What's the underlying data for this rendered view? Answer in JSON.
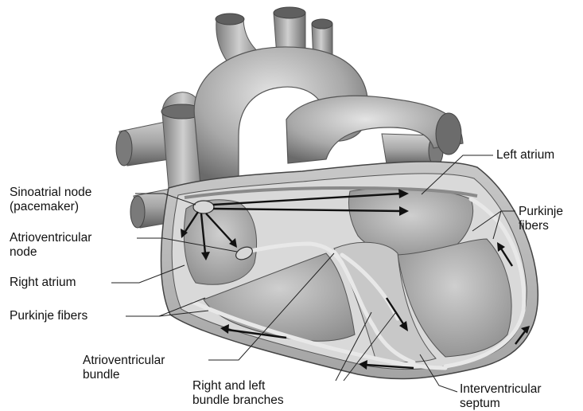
{
  "labels": {
    "sa_node": [
      "Sinoatrial node",
      "(pacemaker)"
    ],
    "av_node": [
      "Atrioventricular",
      "node"
    ],
    "right_atrium": [
      "Right atrium"
    ],
    "purkinje_left": [
      "Purkinje fibers"
    ],
    "av_bundle": [
      "Atrioventricular",
      "bundle"
    ],
    "bundle_branches": [
      "Right and left",
      "bundle branches"
    ],
    "left_atrium": [
      "Left atrium"
    ],
    "purkinje_right": [
      "Purkinje",
      "fibers"
    ],
    "interventricular_septum": [
      "Interventricular",
      "septum"
    ]
  },
  "colors": {
    "heart_dark": "#6f6f6f",
    "heart_mid": "#9a9a9a",
    "heart_light": "#d6d6d6",
    "chamber": "#bdbdbd",
    "arrow": "#111111"
  }
}
